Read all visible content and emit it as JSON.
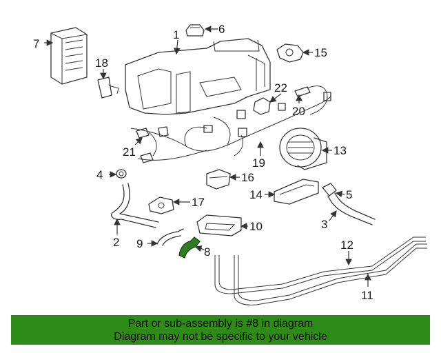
{
  "callouts": {
    "c1": "1",
    "c2": "2",
    "c3": "3",
    "c4": "4",
    "c5": "5",
    "c6": "6",
    "c7": "7",
    "c8": "8",
    "c9": "9",
    "c10": "10",
    "c11": "11",
    "c12": "12",
    "c13": "13",
    "c14": "14",
    "c15": "15",
    "c16": "16",
    "c17": "17",
    "c18": "18",
    "c19": "19",
    "c20": "20",
    "c21": "21",
    "c22": "22"
  },
  "highlighted_part": "8",
  "colors": {
    "banner_bg": "#2e8b17",
    "highlight": "#2e7d1f",
    "line": "#333333"
  },
  "banner": {
    "line1": "Part or sub-assembly is #8 in diagram",
    "line2": "Diagram may not be specific to your vehicle"
  }
}
